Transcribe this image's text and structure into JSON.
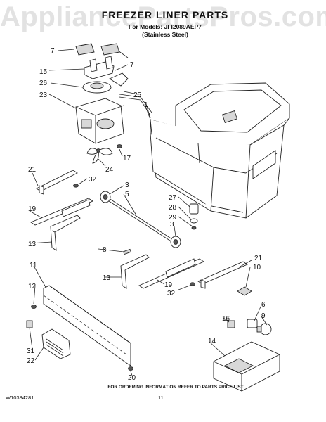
{
  "watermark": "AppliancePartsPros.com",
  "header": {
    "title": "FREEZER LINER PARTS",
    "models_line": "For Models: JFI2089AEP7",
    "finish_line": "(Stainless Steel)"
  },
  "footer": {
    "ordering_note": "FOR ORDERING INFORMATION REFER TO PARTS PRICE LIST",
    "doc_number": "W10384281",
    "page_number": "11"
  },
  "callouts": {
    "c1": "1",
    "c3a": "3",
    "c3b": "3",
    "c5": "5",
    "c6": "6",
    "c7a": "7",
    "c7b": "7",
    "c8": "8",
    "c9": "9",
    "c10": "10",
    "c11": "11",
    "c12": "12",
    "c13a": "13",
    "c13b": "13",
    "c14": "14",
    "c15": "15",
    "c16": "16",
    "c17": "17",
    "c19a": "19",
    "c19b": "19",
    "c20": "20",
    "c21a": "21",
    "c21b": "21",
    "c22": "22",
    "c23": "23",
    "c24": "24",
    "c25": "25",
    "c26": "26",
    "c27": "27",
    "c28": "28",
    "c29": "29",
    "c31": "31",
    "c32a": "32",
    "c32b": "32"
  }
}
